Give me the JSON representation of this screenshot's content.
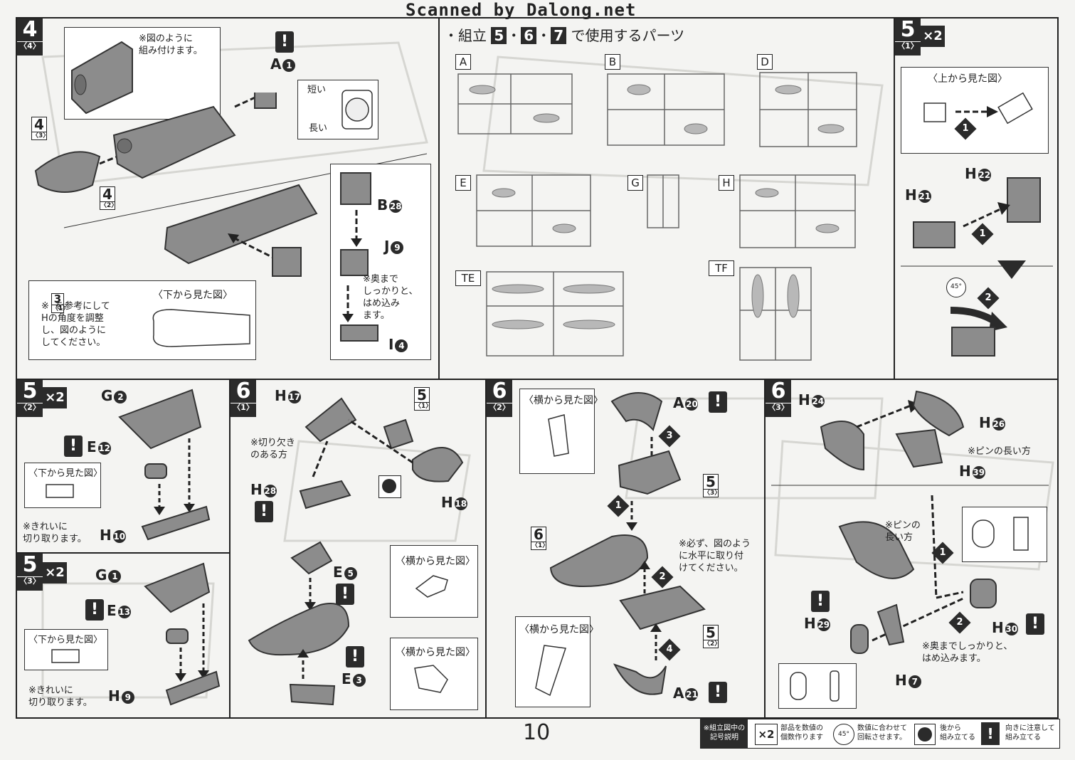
{
  "header": {
    "watermark": "Scanned by Dalong.net"
  },
  "page_number": "10",
  "step4": {
    "number": "4",
    "sub": "〈4〉",
    "note_assemble": "※図のように\n組み付けます。",
    "part_a1": "A",
    "part_a1_num": "1",
    "short_label": "短い",
    "long_label": "長い",
    "ref_step": "4",
    "ref_step_sub": "〈3〉",
    "ref_step2": "4",
    "ref_step2_sub": "〈2〉",
    "bottom_view_title": "〈下から見た図〉",
    "bottom_note": "※  を参考にして\nHの角度を調整\nし、図のように\nしてください。",
    "bottom_note_step": "3",
    "bottom_note_step_sub": "〈1〉",
    "part_b": "B",
    "part_b_num": "28",
    "part_j": "J",
    "part_j_num": "9",
    "part_i": "I",
    "part_i_num": "4",
    "deep_note": "※奥まで\nしっかりと、\nはめ込み\nます。"
  },
  "parts_list": {
    "title_prefix": "・組立",
    "steps": [
      "5",
      "6",
      "7"
    ],
    "title_suffix": "で使用するパーツ",
    "runners": [
      "A",
      "B",
      "D",
      "E",
      "G",
      "H",
      "TE",
      "TF"
    ]
  },
  "step5_1": {
    "number": "5",
    "sub": "〈1〉",
    "multiplier": "×2",
    "top_view_title": "〈上から見た図〉",
    "part_h22": "H",
    "part_h22_num": "22",
    "part_h21": "H",
    "part_h21_num": "21",
    "seq": [
      "1",
      "1",
      "2"
    ],
    "angle": "45°"
  },
  "step5_2": {
    "number": "5",
    "sub": "〈2〉",
    "multiplier": "×2",
    "part_g": "G",
    "part_g_num": "2",
    "part_e": "E",
    "part_e_num": "12",
    "bottom_view_title": "〈下から見た図〉",
    "clean_note": "※きれいに\n切り取ります。",
    "part_h": "H",
    "part_h_num": "10"
  },
  "step5_3": {
    "number": "5",
    "sub": "〈3〉",
    "multiplier": "×2",
    "part_g": "G",
    "part_g_num": "1",
    "part_e": "E",
    "part_e_num": "13",
    "bottom_view_title": "〈下から見た図〉",
    "clean_note": "※きれいに\n切り取ります。",
    "part_h": "H",
    "part_h_num": "9"
  },
  "step6_1": {
    "number": "6",
    "sub": "〈1〉",
    "part_h17": "H",
    "part_h17_num": "17",
    "notch_note": "※切り欠き\nのある方",
    "ref_step": "5",
    "ref_step_sub": "〈1〉",
    "part_h28": "H",
    "part_h28_num": "28",
    "part_h18": "H",
    "part_h18_num": "18",
    "side_view_title": "〈横から見た図〉",
    "part_e5": "E",
    "part_e5_num": "5",
    "part_e3": "E",
    "part_e3_num": "3",
    "side_view_title2": "〈横から見た図〉"
  },
  "step6_2": {
    "number": "6",
    "sub": "〈2〉",
    "side_view_title": "〈横から見た図〉",
    "part_a20": "A",
    "part_a20_num": "20",
    "ref_step": "6",
    "ref_step_sub": "〈1〉",
    "ref_step5_3": "5",
    "ref_step5_3_sub": "〈3〉",
    "ref_step5_2": "5",
    "ref_step5_2_sub": "〈2〉",
    "level_note": "※必ず、図のよう\nに水平に取り付\nけてください。",
    "side_view_title2": "〈横から見た図〉",
    "part_a21": "A",
    "part_a21_num": "21",
    "seq": [
      "1",
      "2",
      "3",
      "4"
    ]
  },
  "step6_3": {
    "number": "6",
    "sub": "〈3〉",
    "part_h24": "H",
    "part_h24_num": "24",
    "part_h26": "H",
    "part_h26_num": "26",
    "pin_note": "※ピンの長い方",
    "part_h39": "H",
    "part_h39_num": "39",
    "pin_note2": "※ピンの\n長い方",
    "part_h29": "H",
    "part_h29_num": "29",
    "part_h30": "H",
    "part_h30_num": "30",
    "deep_note": "※奥までしっかりと、\nはめ込みます。",
    "part_h7": "H",
    "part_h7_num": "7",
    "seq": [
      "1",
      "2"
    ]
  },
  "legend": {
    "title": "※組立図中の\n記号説明",
    "x2_label": "×2",
    "x2_desc": "部品を数値の\n個数作ります",
    "rotate_label": "45°",
    "rotate_desc": "数値に合わせて\n回転させます。",
    "back_desc": "後から\n組み立てる",
    "excl_label": "!",
    "excl_desc": "向きに注意して\n組み立てる"
  }
}
